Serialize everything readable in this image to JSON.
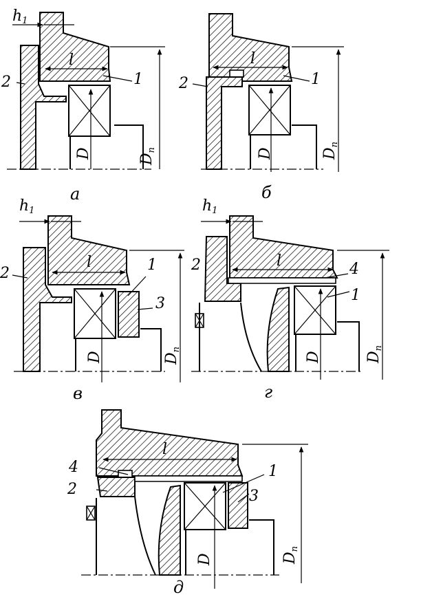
{
  "figures": [
    {
      "caption": "а",
      "labels": {
        "h": "h",
        "h_sub": "1",
        "l": "l",
        "D": "D",
        "Dp": "D",
        "Dp_sub": "п",
        "n1": "1",
        "n2": "2"
      }
    },
    {
      "caption": "б",
      "labels": {
        "l": "l",
        "D": "D",
        "Dp": "D",
        "Dp_sub": "п",
        "n1": "1",
        "n2": "2"
      }
    },
    {
      "caption": "в",
      "labels": {
        "h": "h",
        "h_sub": "1",
        "l": "l",
        "D": "D",
        "Dp": "D",
        "Dp_sub": "п",
        "n1": "1",
        "n2": "2",
        "n3": "3"
      }
    },
    {
      "caption": "г",
      "labels": {
        "h": "h",
        "h_sub": "1",
        "l": "l",
        "D": "D",
        "Dp": "D",
        "Dp_sub": "п",
        "n1": "1",
        "n2": "2",
        "n4": "4"
      }
    },
    {
      "caption": "д",
      "labels": {
        "l": "l",
        "D": "D",
        "Dp": "D",
        "Dp_sub": "п",
        "n1": "1",
        "n2": "2",
        "n3": "3",
        "n4": "4"
      }
    }
  ]
}
